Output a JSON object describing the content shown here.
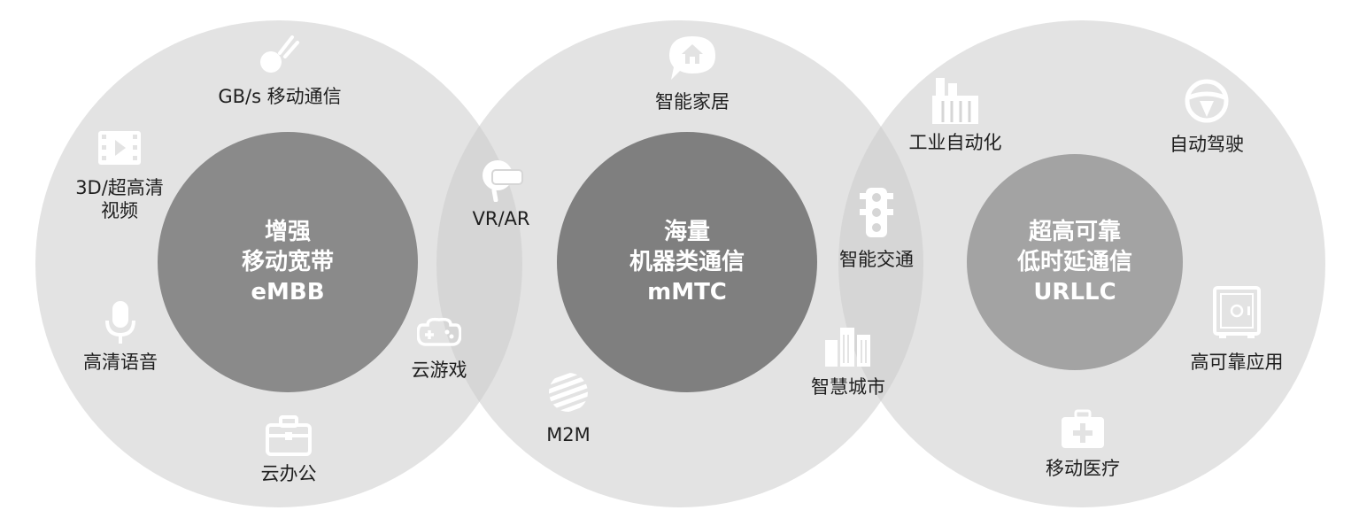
{
  "colors": {
    "outer_fill": "#e3e3e3",
    "overlap_fill": "#d6d6d6",
    "embb_core": "#8a8a8a",
    "mmtc_core": "#7f7f7f",
    "urllc_core": "#a3a3a3",
    "icon": "#ffffff",
    "text": "#1e1e1e"
  },
  "scenarios": [
    {
      "id": "embb",
      "title_lines": [
        "增强",
        "移动宽带",
        "eMBB"
      ],
      "applications": [
        {
          "label": "GB/s 移动通信",
          "icon": "rocket-icon"
        },
        {
          "label_lines": [
            "3D/超高清",
            "视频"
          ],
          "icon": "video-film-icon"
        },
        {
          "label": "高清语音",
          "icon": "microphone-icon"
        },
        {
          "label": "云办公",
          "icon": "briefcase-icon"
        }
      ]
    },
    {
      "id": "mmtc",
      "title_lines": [
        "海量",
        "机器类通信",
        "mMTC"
      ],
      "applications": [
        {
          "label": "智能家居",
          "icon": "home-chat-icon"
        },
        {
          "label": "M2M",
          "icon": "striped-sphere-icon"
        }
      ]
    },
    {
      "id": "urllc",
      "title_lines": [
        "超高可靠",
        "低时延通信",
        "URLLC"
      ],
      "applications": [
        {
          "label": "工业自动化",
          "icon": "factory-icon"
        },
        {
          "label": "自动驾驶",
          "icon": "steering-wheel-icon"
        },
        {
          "label": "高可靠应用",
          "icon": "safe-icon"
        },
        {
          "label": "移动医疗",
          "icon": "medical-kit-icon"
        }
      ]
    }
  ],
  "shared": [
    {
      "label": "VR/AR",
      "icon": "vr-headset-icon"
    },
    {
      "label": "云游戏",
      "icon": "gamepad-icon"
    },
    {
      "label": "智能交通",
      "icon": "traffic-light-icon"
    },
    {
      "label": "智慧城市",
      "icon": "city-buildings-icon"
    }
  ]
}
